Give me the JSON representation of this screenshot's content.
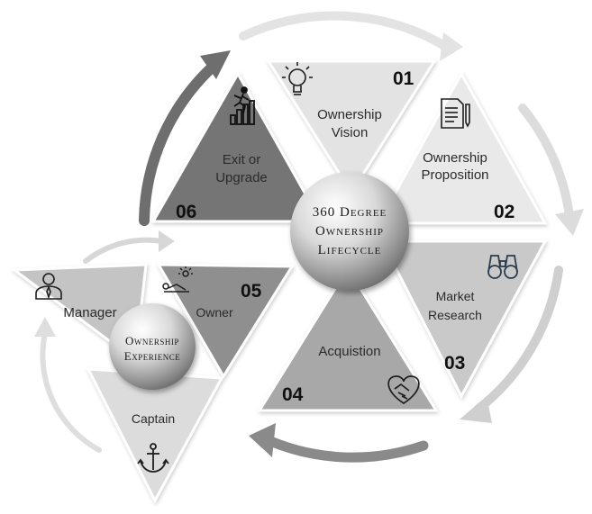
{
  "center": {
    "line1": "360 Degree",
    "line2": "Ownership",
    "line3": "Lifecycle"
  },
  "segments": [
    {
      "number": "01",
      "label_line1": "Ownership",
      "label_line2": "Vision",
      "icon": "lightbulb-icon"
    },
    {
      "number": "02",
      "label_line1": "Ownership",
      "label_line2": "Proposition",
      "icon": "document-pen-icon"
    },
    {
      "number": "03",
      "label_line1": "Market",
      "label_line2": "Research",
      "icon": "binoculars-icon"
    },
    {
      "number": "04",
      "label_line1": "Acquistion",
      "label_line2": "",
      "icon": "handshake-heart-icon"
    },
    {
      "number": "05",
      "label_line1": "Owner",
      "label_line2": "",
      "icon": "sunbathing-icon"
    },
    {
      "number": "06",
      "label_line1": "Exit or",
      "label_line2": "Upgrade",
      "icon": "running-stairs-icon"
    }
  ],
  "experience": {
    "center_line1": "Ownership",
    "center_line2": "Experience",
    "manager": {
      "label": "Manager",
      "icon": "manager-icon"
    },
    "captain": {
      "label": "Captain",
      "icon": "anchor-icon"
    }
  },
  "colors": {
    "dark": "#757575",
    "medium": "#a8a8a8",
    "light": "#c9c9c9",
    "lighter": "#e2e2e2",
    "arrow_dark": "#6e6e6e",
    "arrow_light": "#e0e0e0"
  }
}
